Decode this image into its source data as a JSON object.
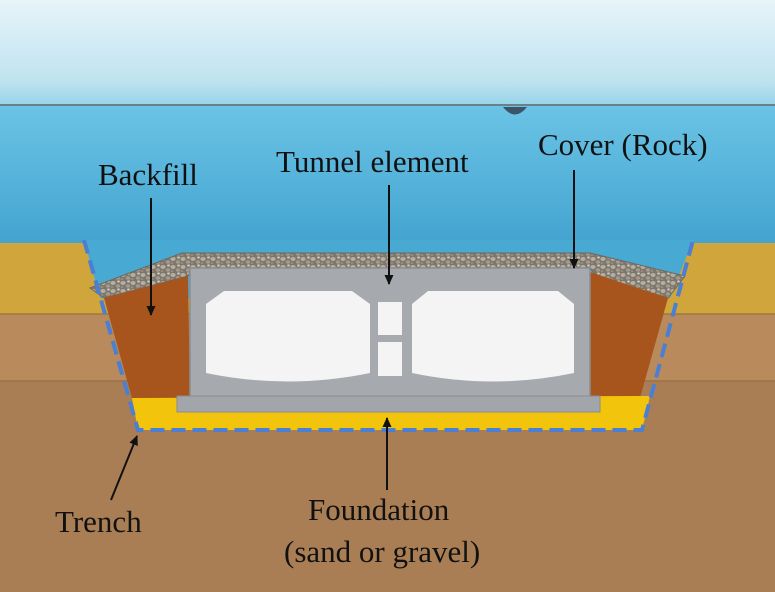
{
  "labels": {
    "backfill": "Backfill",
    "tunnel_element": "Tunnel element",
    "cover": "Cover (Rock)",
    "trench": "Trench",
    "foundation_line1": "Foundation",
    "foundation_line2": "(sand or gravel)"
  },
  "colors": {
    "sky_top": "#e6f3f8",
    "sky_bottom": "#8fd0e6",
    "water_top": "#6fc5e6",
    "water_bottom": "#44a4cf",
    "topsoil": "#cfa53c",
    "subsoil": "#b88a5c",
    "deep_soil": "#aa7e55",
    "backfill": "#a8541d",
    "foundation": "#f2c40b",
    "tunnel_concrete": "#a6a9ad",
    "tunnel_void": "#f4f4f4",
    "rock_cover": "#8d857a",
    "trench_line": "#4a7fd4"
  }
}
